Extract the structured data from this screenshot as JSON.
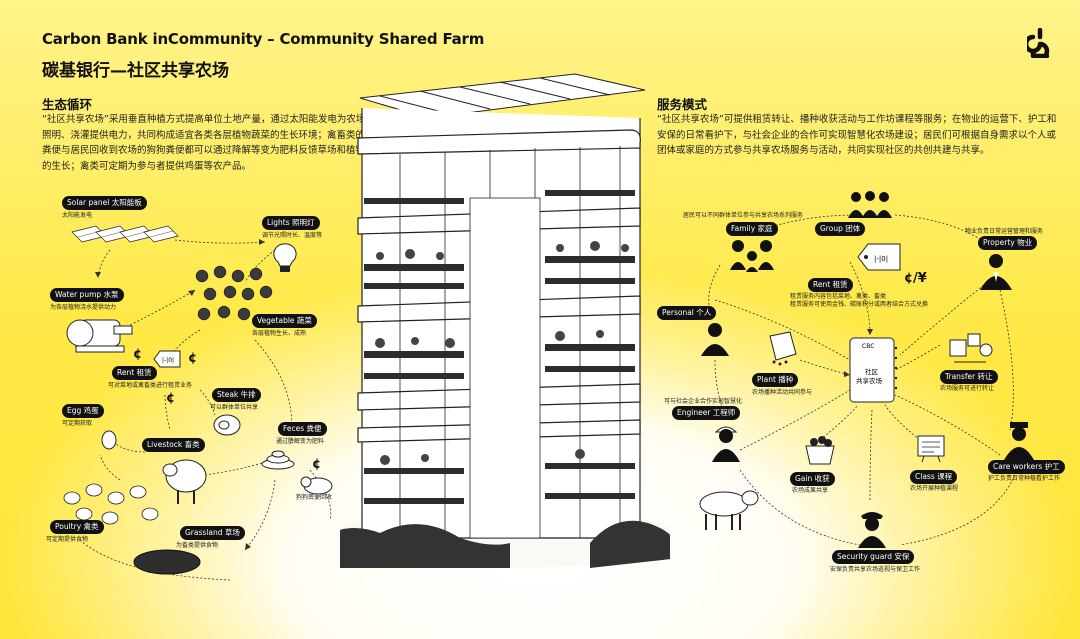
{
  "header": {
    "title_en": "Carbon Bank inCommunity – Community Shared Farm",
    "title_cn": "碳基银行—社区共享农场",
    "logo": "carbon-bank-logo"
  },
  "ecology": {
    "heading": "生态循环",
    "text": "“社区共享农场”采用垂直种植方式提高单位土地产量，通过太阳能发电为农场照明、浇灌提供电力，共同构成适宜各类各层植物蔬菜的生长环境；禽畜类的粪便与居民回收到农场的狗狗粪便都可以通过降解等变为肥料反馈草场和植物的生长；禽类可定期为参与者提供鸡蛋等农产品。"
  },
  "service": {
    "heading": "服务模式",
    "text": "“社区共享农场”可提供租赁转让、播种收获活动与工作坊课程等服务；在物业的运营下、护工和安保的日常看护下，与社会企业的合作可实现智慧化农场建设；居民们可根据自身需求以个人或团体或家庭的方式参与共享农场服务与活动，共同实现社区的共创共建与共享。"
  },
  "left_nodes": {
    "solar": {
      "label": "Solar panel 太阳能板",
      "desc": "太阳能发电"
    },
    "lights": {
      "label": "Lights 照明灯",
      "desc": "调节光照时长、温度等"
    },
    "water": {
      "label": "Water pump 水泵",
      "desc": "为各层植物浇水提供动力"
    },
    "vegetable": {
      "label": "Vegetable 蔬菜",
      "desc": "各层植物生长、成熟"
    },
    "rent": {
      "label": "Rent 租赁",
      "desc": "可对菜地或禽畜类进行租赁业务"
    },
    "steak": {
      "label": "Steak 牛排",
      "desc": "可以群体单位共享"
    },
    "egg": {
      "label": "Egg 鸡蛋",
      "desc": "可定期获取"
    },
    "livestock": {
      "label": "Livestock 畜类"
    },
    "feces": {
      "label": "Feces 粪便",
      "desc": "通过降解变为肥料"
    },
    "dog": {
      "desc": "狗狗粪便回收"
    },
    "poultry": {
      "label": "Poultry 禽类",
      "desc": "可定期提供食物"
    },
    "grassland": {
      "label": "Grassland 草场",
      "desc": "为畜类提供食物"
    }
  },
  "right_nodes": {
    "family_note": "居民可以不同群体单位参与共享农场系列服务",
    "family": {
      "label": "Family 家庭"
    },
    "group": {
      "label": "Group 团体"
    },
    "property": {
      "label": "Property 物业",
      "desc": "物业负责日常运营管理和服务"
    },
    "rent": {
      "label": "Rent 租赁",
      "desc": "租赁服务内容包括菜地、禽类、畜类\n租赁服务可使用金钱、碳账积分或两者结合方式兑换"
    },
    "personal": {
      "label": "Personal 个人"
    },
    "plant": {
      "label": "Plant 播种",
      "desc": "农场播种活动共同参与"
    },
    "transfer": {
      "label": "Transfer 转让",
      "desc": "农场服务可进行转让"
    },
    "engineer": {
      "label": "Engineer 工程师",
      "note": "可与社会企业合作实现智慧化"
    },
    "gain": {
      "label": "Gain 收获",
      "desc": "农场成果共享"
    },
    "class": {
      "label": "Class 课程",
      "desc": "农场开展种植课程"
    },
    "care": {
      "label": "Care workers 护工",
      "desc": "护工负责日常种植看护工作"
    },
    "security": {
      "label": "Security guard 安保",
      "desc": "安保负责共享农场巡视与保卫工作"
    },
    "center_top": "CBC",
    "center_text": [
      "社区",
      "共享农场"
    ],
    "tag_small": "|-|0|",
    "currency": "¢/¥"
  },
  "colors": {
    "background": "#ffe94a",
    "ink": "#111111",
    "tag": "#111111"
  }
}
